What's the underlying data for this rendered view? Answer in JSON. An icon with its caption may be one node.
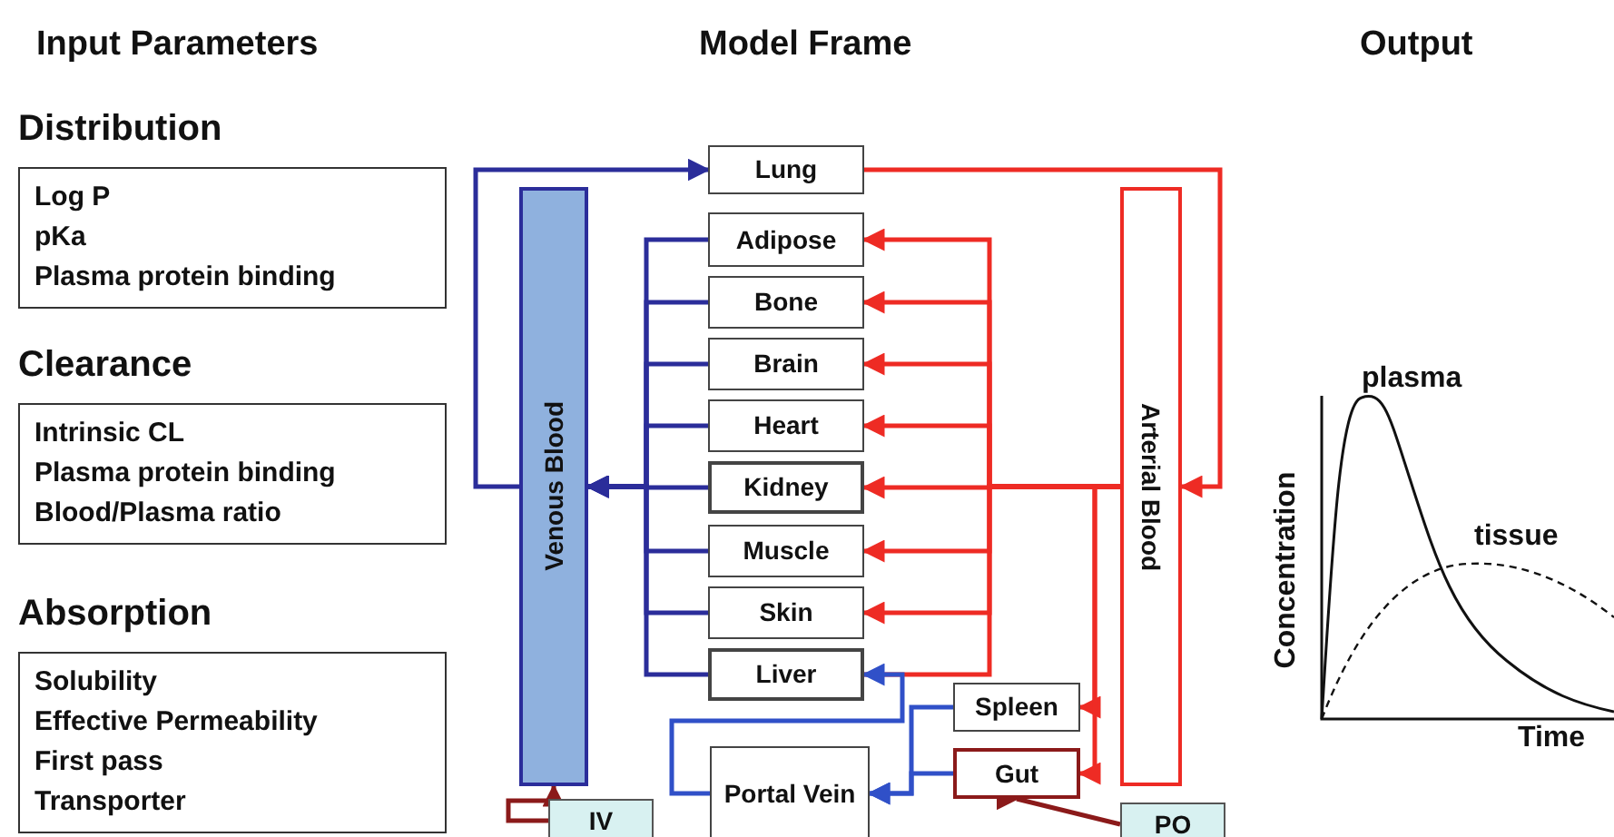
{
  "diagram": {
    "nodes": [
      {
        "text": [
          "Distribution",
          "Log P",
          "pKa",
          "Plasma protein binding"
        ]
      },
      {
        "text": [
          "Clearance",
          "Intrinsic CL",
          "Plasma protein binding",
          "Blood/Plasma ratio"
        ]
      },
      {
        "text": [
          "Absorption",
          "Solubility",
          "Effective Permeability",
          "First pass",
          "Transporter"
        ]
      },
      {
        "text": [
          "Lung"
        ]
      },
      {
        "text": [
          "Venous Blood"
        ]
      },
      {
        "text": [
          "Arterial Blood"
        ]
      },
      {
        "text": [
          "Adipose"
        ]
      },
      {
        "text": [
          "Bone"
        ]
      },
      {
        "text": [
          "Brain"
        ]
      },
      {
        "text": [
          "Heart"
        ]
      },
      {
        "text": [
          "Kidney"
        ]
      },
      {
        "text": [
          "Muscle"
        ]
      },
      {
        "text": [
          "Skin"
        ]
      },
      {
        "text": [
          "Liver"
        ]
      },
      {
        "text": [
          "Spleen"
        ]
      },
      {
        "text": [
          "Portal Vein"
        ]
      },
      {
        "text": [
          "Gut"
        ]
      },
      {
        "text": [
          "IV"
        ]
      },
      {
        "text": [
          "PO"
        ]
      }
    ],
    "edges": [
      {
        "from": 4,
        "to": 3,
        "arrow": "to",
        "color": "#2b2d9a"
      },
      {
        "from": 3,
        "to": 5,
        "arrow": "to"
      },
      {
        "from": 5,
        "to": 6,
        "arrow": "to"
      },
      {
        "from": 5,
        "to": 7,
        "arrow": "to"
      },
      {
        "from": 5,
        "to": 8,
        "arrow": "to"
      },
      {
        "from": 5,
        "to": 9,
        "arrow": "to"
      },
      {
        "from": 5,
        "to": 10,
        "arrow": "to"
      },
      {
        "from": 5,
        "to": 11,
        "arrow": "to"
      },
      {
        "from": 5,
        "to": 12,
        "arrow": "to"
      },
      {
        "from": 5,
        "to": 13,
        "arrow": "none"
      },
      {
        "from": 5,
        "to": 14,
        "arrow": "to"
      },
      {
        "from": 5,
        "to": 16,
        "arrow": "to"
      },
      {
        "from": 6,
        "to": 4,
        "arrow": "to",
        "color": "#2b2d9a"
      },
      {
        "from": 7,
        "to": 4,
        "arrow": "to",
        "color": "#2b2d9a"
      },
      {
        "from": 8,
        "to": 4,
        "arrow": "to",
        "color": "#2b2d9a"
      },
      {
        "from": 9,
        "to": 4,
        "arrow": "to",
        "color": "#2b2d9a"
      },
      {
        "from": 10,
        "to": 4,
        "arrow": "to",
        "color": "#2b2d9a"
      },
      {
        "from": 11,
        "to": 4,
        "arrow": "to",
        "color": "#2b2d9a"
      },
      {
        "from": 12,
        "to": 4,
        "arrow": "to",
        "color": "#2b2d9a"
      },
      {
        "from": 13,
        "to": 4,
        "arrow": "to",
        "color": "#2b2d9a"
      },
      {
        "from": 14,
        "to": 15,
        "arrow": "to",
        "color": "#3050c8"
      },
      {
        "from": 16,
        "to": 15,
        "arrow": "to",
        "color": "#3050c8"
      },
      {
        "from": 15,
        "to": 13,
        "arrow": "to",
        "color": "#3050c8"
      },
      {
        "from": 17,
        "to": 4,
        "arrow": "to",
        "color": "#8b1a1a"
      },
      {
        "from": 18,
        "to": 16,
        "arrow": "to",
        "color": "#8b1a1a"
      }
    ],
    "labels": [
      "Input Parameters",
      "Model Frame",
      "Output",
      "plasma",
      "tissue",
      "Concentration",
      "Time"
    ]
  }
}
